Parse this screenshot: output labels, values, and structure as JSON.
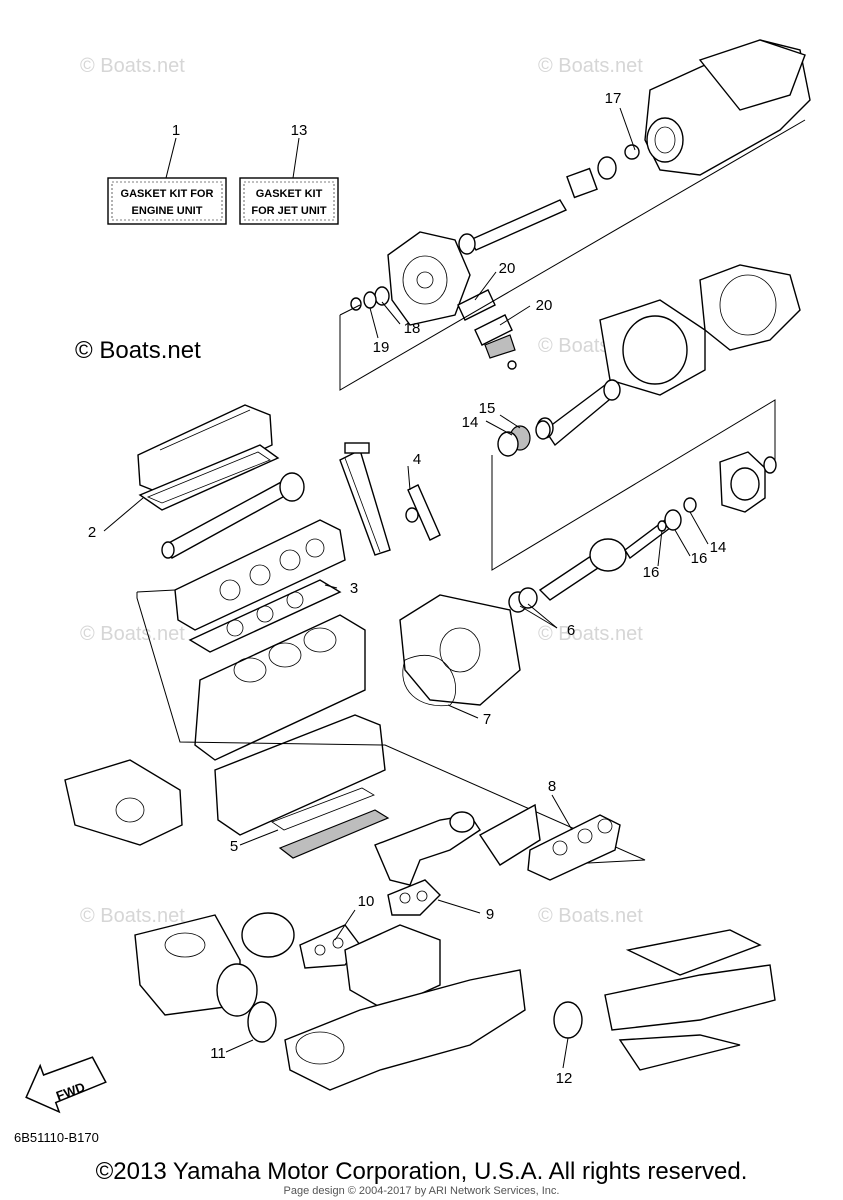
{
  "watermark": "© Boats.net",
  "kit_labels": {
    "engine_line1": "GASKET KIT FOR",
    "engine_line2": "ENGINE UNIT",
    "jet_line1": "GASKET KIT",
    "jet_line2": "FOR JET UNIT"
  },
  "callouts": [
    "1",
    "2",
    "3",
    "4",
    "5",
    "6",
    "7",
    "8",
    "9",
    "10",
    "11",
    "12",
    "13",
    "14",
    "14",
    "15",
    "16",
    "16",
    "17",
    "18",
    "19",
    "20",
    "20"
  ],
  "fwd_label": "FWD",
  "diagram_code": "6B51110-B170",
  "copyright": "©2013 Yamaha Motor Corporation, U.S.A. All rights reserved.",
  "page_design": "Page design © 2004-2017 by ARI Network Services, Inc."
}
